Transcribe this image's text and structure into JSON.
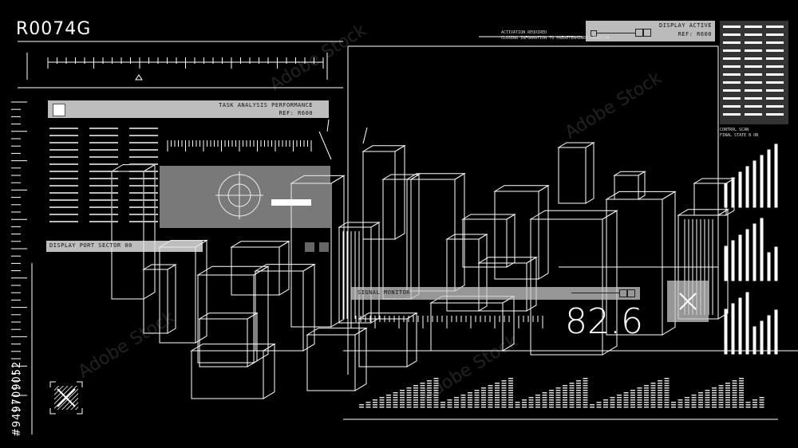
{
  "hud": {
    "code": "R0074G",
    "stock_id": "#949709052",
    "task_panel": {
      "title": "TASK ANALYSIS PERFORMANCE",
      "ref": "REF: R600"
    },
    "display_panel": {
      "title": "DISPLAY ACTIVE",
      "ref": "REF: R600"
    },
    "activation": {
      "line1": "ACTIVATION REQUIRED",
      "line2": "CLOSING INFORMATION TO PREDETERMINED LOCATION"
    },
    "display_port": "DISPLAY PORT SECTOR 00",
    "signal_monitor": "SIGNAL MONITOR",
    "readout": "82.6",
    "control_label": {
      "line1": "CONTROL SCAN",
      "line2": "FINAL STATE B ON"
    },
    "colors": {
      "background": "#000000",
      "panel": "#e6e6e6",
      "line": "#ffffff"
    },
    "icons": [
      "close-icon",
      "checkbox-icon",
      "crosshair-target-icon",
      "hatched-square-icon"
    ]
  },
  "watermark": "Adobe Stock"
}
